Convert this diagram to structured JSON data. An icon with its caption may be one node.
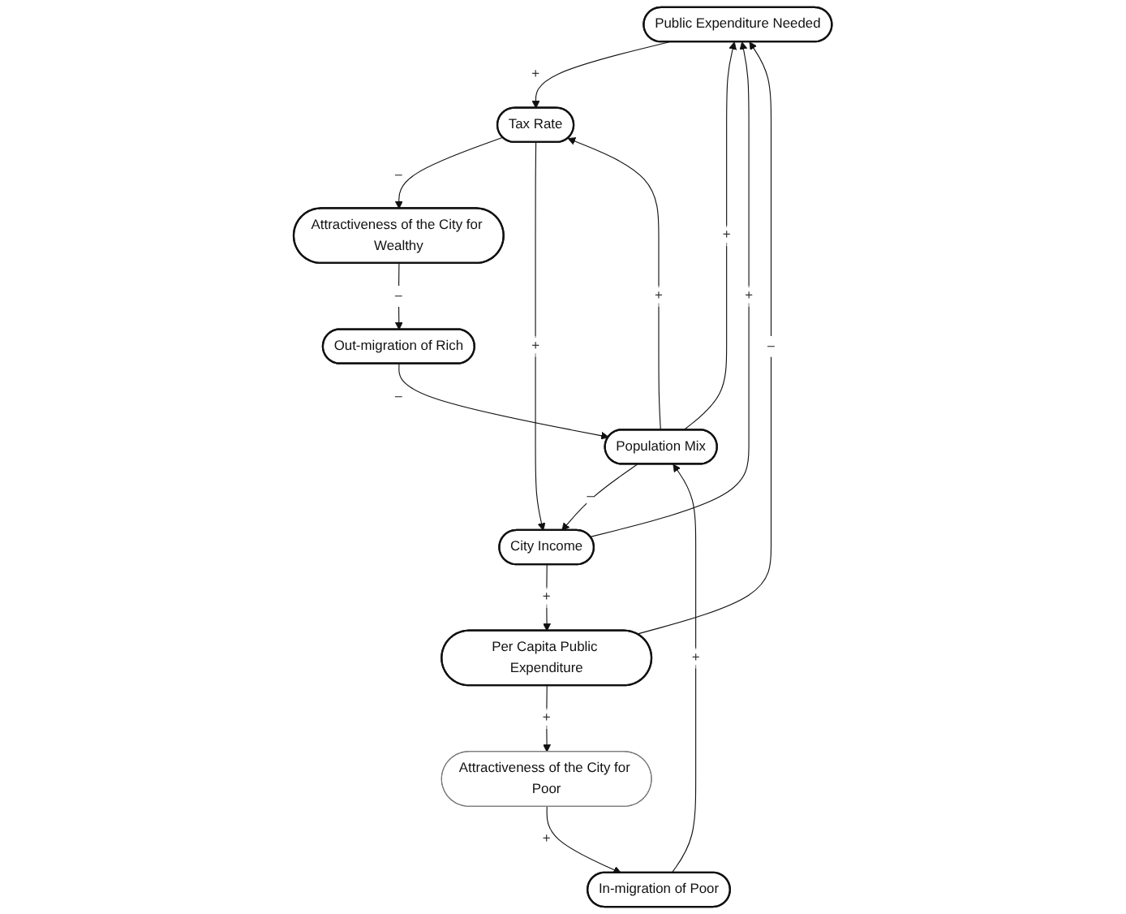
{
  "diagram": {
    "nodes": [
      {
        "text": [
          "Public Expenditure Needed"
        ]
      },
      {
        "text": [
          "Attractiveness of the City for Wealthy"
        ]
      },
      {
        "text": [
          "Out-migration of Rich"
        ]
      },
      {
        "text": [
          "Tax Rate"
        ]
      },
      {
        "text": [
          "Population Mix"
        ]
      },
      {
        "text": [
          "City Income"
        ]
      },
      {
        "text": [
          "Per Capita Public Expenditure"
        ]
      },
      {
        "text": [
          "In-migration of Poor"
        ]
      },
      {
        "text": [
          "Attractiveness of the City for Poor"
        ]
      }
    ],
    "edges": [
      {
        "from": 4,
        "to": 0,
        "label": "+",
        "arrow": "to"
      },
      {
        "from": 1,
        "to": 2,
        "label": "–",
        "arrow": "to"
      },
      {
        "from": 2,
        "to": 4,
        "label": "–",
        "arrow": "to"
      },
      {
        "from": 3,
        "to": 1,
        "label": "–",
        "arrow": "to"
      },
      {
        "from": 0,
        "to": 3,
        "label": "+",
        "arrow": "to"
      },
      {
        "from": 4,
        "to": 3,
        "label": "+",
        "arrow": "to"
      },
      {
        "from": 3,
        "to": 5,
        "label": "+",
        "arrow": "to"
      },
      {
        "from": 5,
        "to": 0,
        "label": "+",
        "arrow": "to"
      },
      {
        "from": 6,
        "to": 0,
        "label": "–",
        "arrow": "to"
      },
      {
        "from": 5,
        "to": 6,
        "label": "+",
        "arrow": "to"
      },
      {
        "from": 6,
        "to": 8,
        "label": "+",
        "arrow": "to"
      },
      {
        "from": 8,
        "to": 7,
        "label": "+",
        "arrow": "to"
      },
      {
        "from": 7,
        "to": 4,
        "label": "+",
        "arrow": "to"
      },
      {
        "from": 4,
        "to": 5,
        "label": "–",
        "arrow": "to"
      }
    ]
  }
}
